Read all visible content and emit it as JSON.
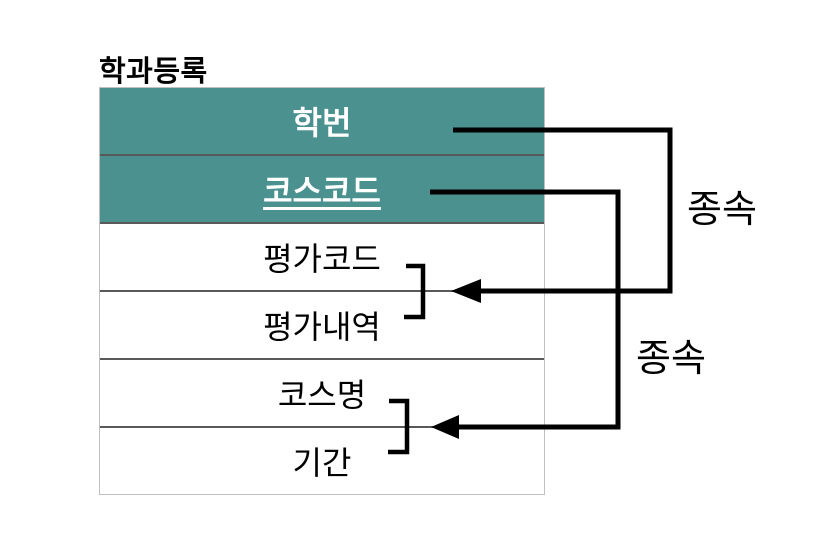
{
  "diagram": {
    "title": "학과등록",
    "table": {
      "rows": [
        {
          "label": "학번",
          "key": true,
          "underlined": false
        },
        {
          "label": "코스코드",
          "key": true,
          "underlined": true
        },
        {
          "label": "평가코드",
          "key": false,
          "underlined": false
        },
        {
          "label": "평가내역",
          "key": false,
          "underlined": false
        },
        {
          "label": "코스명",
          "key": false,
          "underlined": false
        },
        {
          "label": "기간",
          "key": false,
          "underlined": false
        }
      ]
    },
    "dependencies": [
      {
        "label": "종속",
        "from": "학번",
        "to": "평가코드, 평가내역"
      },
      {
        "label": "종속",
        "from": "코스코드",
        "to": "코스명, 기간"
      }
    ],
    "colors": {
      "header_fill": "#4a918f",
      "header_text": "#ffffff",
      "body_text": "#000000",
      "divider": "#595959",
      "outer_border": "#c0c0c0",
      "arrow": "#000000"
    }
  }
}
